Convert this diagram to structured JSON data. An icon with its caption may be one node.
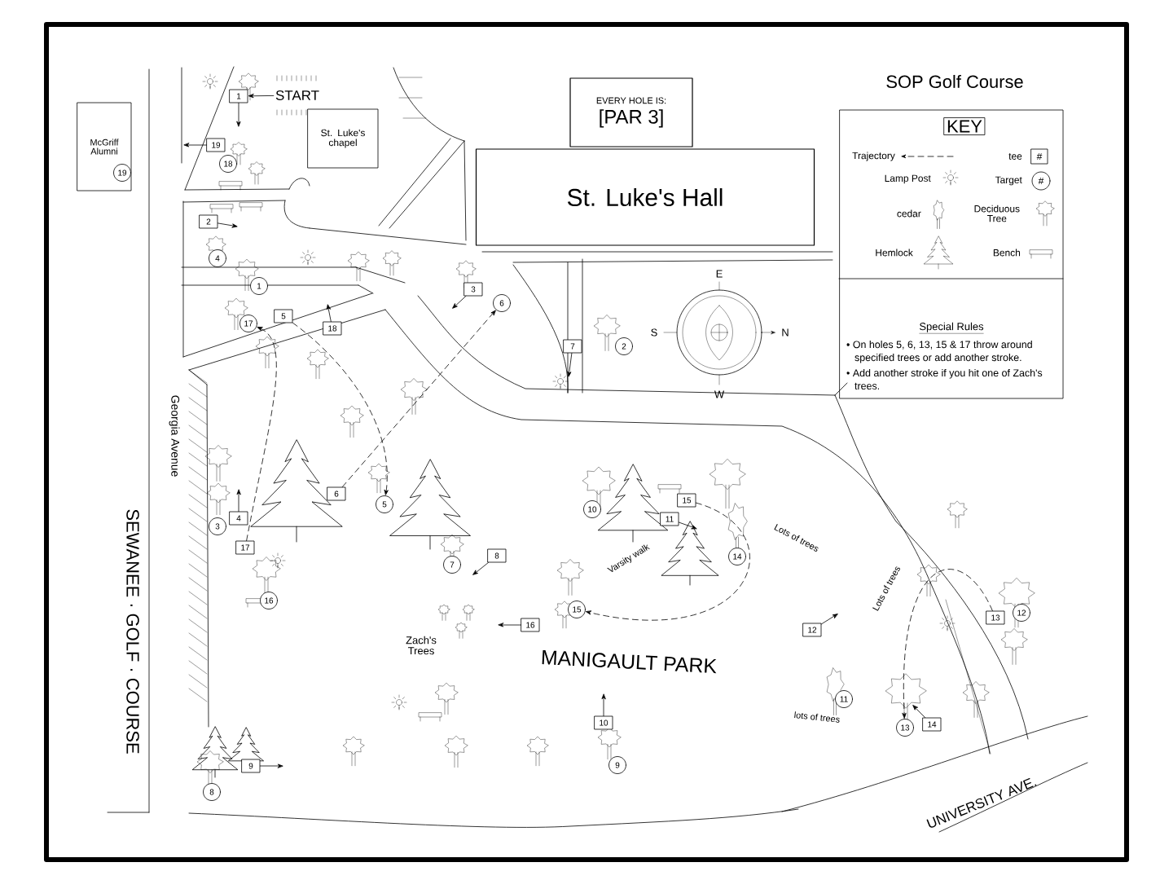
{
  "diagram": {
    "title": "SOP Golf Course",
    "nodes": [
      {
        "text": [
          "EVERY HOLE IS:",
          "[PAR 3]"
        ]
      },
      {
        "text": [
          "St. Luke's Hall"
        ]
      },
      {
        "text": [
          "St. Luke's chapel"
        ]
      },
      {
        "text": [
          "McGriff",
          "Alumni"
        ]
      },
      {
        "text": [
          "19"
        ],
        "in": 3
      },
      {
        "text": [
          "START"
        ]
      },
      {
        "text": [
          "Special Rules",
          "• On holes 5, 6, 13, 15 & 17 throw around specified trees or add another stroke.",
          "• Add another stroke if you hit one of Zach's trees."
        ]
      },
      {
        "text": [
          "KEY"
        ],
        "in": 6
      },
      {
        "text": [
          "1"
        ]
      },
      {
        "text": [
          "2"
        ]
      },
      {
        "text": [
          "3"
        ]
      },
      {
        "text": [
          "4"
        ]
      },
      {
        "text": [
          "5"
        ]
      },
      {
        "text": [
          "6"
        ]
      },
      {
        "text": [
          "7"
        ]
      },
      {
        "text": [
          "8"
        ]
      },
      {
        "text": [
          "9"
        ]
      },
      {
        "text": [
          "10"
        ]
      },
      {
        "text": [
          "11"
        ]
      },
      {
        "text": [
          "12"
        ]
      },
      {
        "text": [
          "13"
        ]
      },
      {
        "text": [
          "14"
        ]
      },
      {
        "text": [
          "15"
        ]
      },
      {
        "text": [
          "16"
        ]
      },
      {
        "text": [
          "17"
        ]
      },
      {
        "text": [
          "18"
        ]
      },
      {
        "text": [
          "19"
        ]
      },
      {
        "text": [
          "1"
        ]
      },
      {
        "text": [
          "2"
        ]
      },
      {
        "text": [
          "3"
        ]
      },
      {
        "text": [
          "4"
        ]
      },
      {
        "text": [
          "5"
        ]
      },
      {
        "text": [
          "6"
        ]
      },
      {
        "text": [
          "7"
        ]
      },
      {
        "text": [
          "8"
        ]
      },
      {
        "text": [
          "9"
        ]
      },
      {
        "text": [
          "10"
        ]
      },
      {
        "text": [
          "11"
        ]
      },
      {
        "text": [
          "12"
        ]
      },
      {
        "text": [
          "13"
        ]
      },
      {
        "text": [
          "14"
        ]
      },
      {
        "text": [
          "15"
        ]
      },
      {
        "text": [
          "16"
        ]
      },
      {
        "text": [
          "17"
        ]
      },
      {
        "text": [
          "18"
        ]
      }
    ],
    "edges": [
      {
        "from": 5,
        "to": 8,
        "arrow": "to"
      },
      {
        "from": 8,
        "to": null,
        "arrow": "to"
      },
      {
        "from": 9,
        "to": null,
        "arrow": "to"
      },
      {
        "from": 10,
        "to": null,
        "arrow": "to"
      },
      {
        "from": 11,
        "to": null,
        "arrow": "to"
      },
      {
        "from": 14,
        "to": null,
        "arrow": "to"
      },
      {
        "from": 15,
        "to": null,
        "arrow": "to"
      },
      {
        "from": 16,
        "to": null,
        "arrow": "to"
      },
      {
        "from": 17,
        "to": null,
        "arrow": "to"
      },
      {
        "from": 18,
        "to": null,
        "arrow": "to"
      },
      {
        "from": 19,
        "to": null,
        "arrow": "to"
      },
      {
        "from": 21,
        "to": null,
        "arrow": "to"
      },
      {
        "from": 23,
        "to": null,
        "arrow": "to"
      },
      {
        "from": 25,
        "to": null,
        "arrow": "to"
      },
      {
        "from": 26,
        "to": null,
        "arrow": "to"
      },
      {
        "from": 12,
        "to": 31,
        "arrow": "to",
        "style": "dashed"
      },
      {
        "from": 13,
        "to": 32,
        "arrow": "to",
        "style": "dashed"
      },
      {
        "from": 20,
        "to": 39,
        "arrow": "to",
        "style": "dashed"
      },
      {
        "from": 22,
        "to": 41,
        "arrow": "to",
        "style": "dashed"
      },
      {
        "from": 24,
        "to": 43,
        "arrow": "to",
        "style": "dashed"
      }
    ],
    "labels": [
      "#",
      "#",
      "E",
      "S",
      "N",
      "W",
      "SEWANEE · GOLF · COURSE",
      "Georgia Avenue",
      "Zach's Trees",
      "Varsity walk",
      "Lots of trees",
      "Lots of trees",
      "lots of trees",
      "MANIGAULT PARK",
      "UNIVERSITY AVE."
    ],
    "legend": [
      {
        "text": "Trajectory"
      },
      {
        "text": "tee"
      },
      {
        "text": "Lamp Post"
      },
      {
        "text": "Target"
      },
      {
        "text": "cedar"
      },
      {
        "text": "Deciduous Tree"
      },
      {
        "text": "Hemlock"
      },
      {
        "text": "Bench"
      }
    ]
  }
}
